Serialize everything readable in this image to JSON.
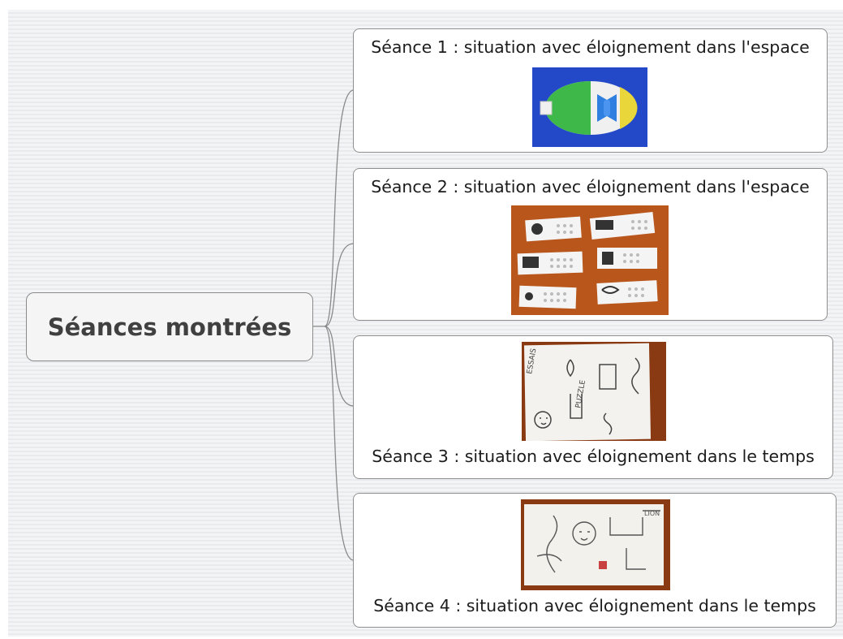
{
  "root": {
    "label": "Séances montrées"
  },
  "nodes": [
    {
      "label": "Séance  1 : situation avec éloignement dans l'espace",
      "image": "puzzle-piece-photo"
    },
    {
      "label": "Séance  2 : situation avec éloignement dans l'espace",
      "image": "picture-cards-photo"
    },
    {
      "label": "Séance  3 : situation avec éloignement dans le temps",
      "image": "child-drawing-photo"
    },
    {
      "label": "Séance  4 : situation avec éloignement dans le temps",
      "image": "child-drawing-photo"
    }
  ],
  "colors": {
    "background": "#eef0f2",
    "connector": "#8a8a8a",
    "photo1_bg": "#2449c8",
    "photo2_bg": "#b8561c",
    "photo_frame": "#8a3a12"
  }
}
